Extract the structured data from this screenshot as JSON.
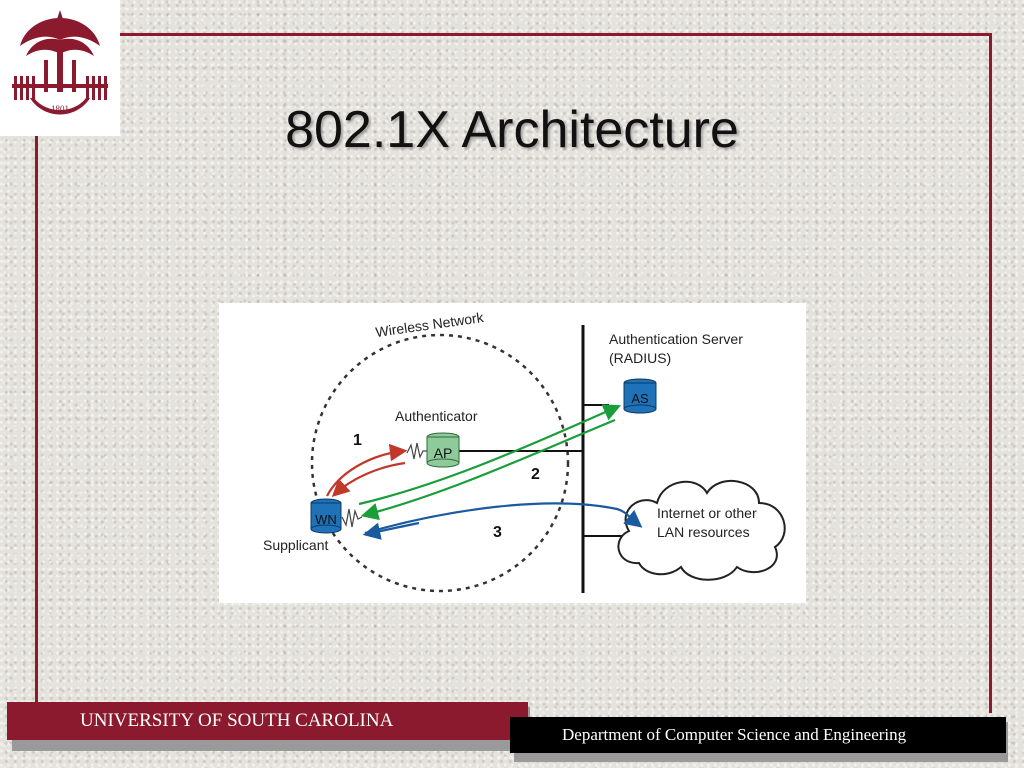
{
  "slide": {
    "title": "802.1X Architecture",
    "footer_left": "UNIVERSITY OF SOUTH CAROLINA",
    "footer_right": "Department of Computer Science and Engineering",
    "logo_year": "1801"
  },
  "diagram": {
    "network_label": "Wireless Network",
    "supplicant_label": "Supplicant",
    "supplicant_node": "WN",
    "authenticator_label": "Authenticator",
    "ap_node": "AP",
    "server_label_line1": "Authentication Server",
    "server_label_line2": "(RADIUS)",
    "as_node": "AS",
    "cloud_line1": "Internet or other",
    "cloud_line2": "LAN resources",
    "step1": "1",
    "step2": "2",
    "step3": "3"
  },
  "colors": {
    "brand_garnet": "#8b1a2e",
    "arrow_red": "#c0392b",
    "arrow_green": "#1a9e3a",
    "arrow_blue": "#1a5a9e",
    "ap_green": "#8fca9a",
    "node_blue": "#1f72b8"
  }
}
